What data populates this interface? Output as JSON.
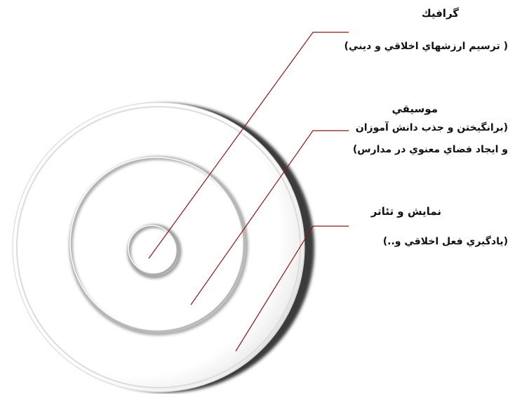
{
  "labels": {
    "graphic": {
      "title": "گرافيك",
      "desc": "( ترسيم ارزشهاي اخلاقي و ديني)"
    },
    "music": {
      "title": "موسيقي",
      "desc_line1": "(برانگيختن و جذب دانش آموزان",
      "desc_line2": "و ايجاد فضاي معنوي در مدارس)"
    },
    "theatre": {
      "title": "نمايش و تئاتر",
      "desc": "(يادگيري فعل اخلاقي و..)"
    }
  },
  "colors": {
    "leader": "#8b1a1a",
    "ring_dark": "#7a7a7a",
    "ring_light": "#ffffff",
    "text": "#111111"
  },
  "icons": {
    "disc": "concentric-rings-shape"
  }
}
